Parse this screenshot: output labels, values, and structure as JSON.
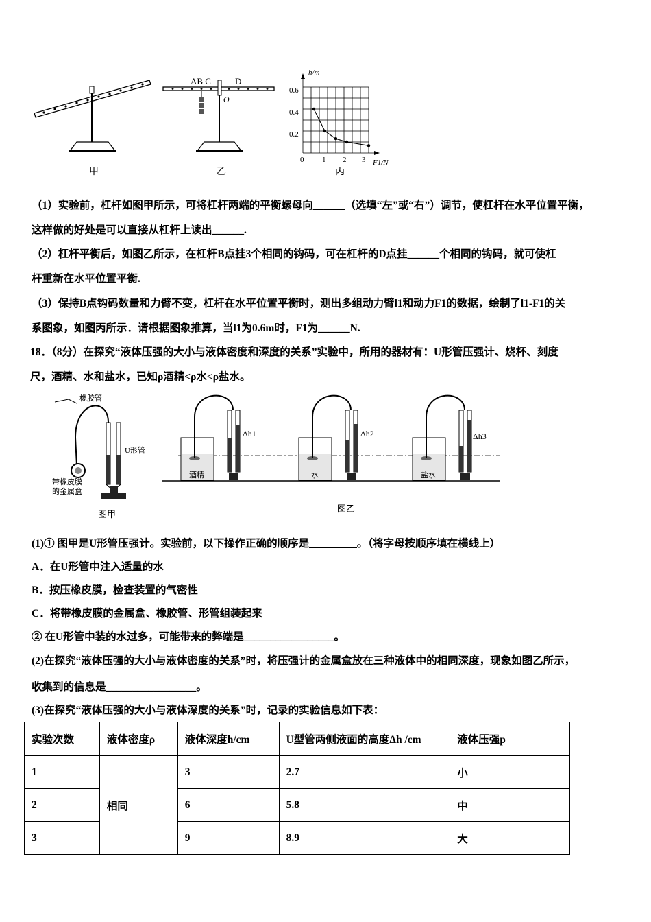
{
  "figure1": {
    "captions": {
      "jia": "甲",
      "yi": "乙",
      "bing": "丙"
    },
    "lever_labels": {
      "abc": "AB C",
      "d": "D",
      "o": "O"
    },
    "graph": {
      "ylabel": "h/m",
      "xlabel": "F1/N",
      "origin": "0",
      "yticks": [
        "0.2",
        "0.4",
        "0.6"
      ],
      "xticks": [
        "1",
        "2",
        "3"
      ]
    }
  },
  "chart_data": {
    "type": "line",
    "title": "",
    "xlabel": "F1/N",
    "ylabel": "h/m",
    "xlim": [
      0,
      3.2
    ],
    "ylim": [
      0,
      0.65
    ],
    "series": [
      {
        "x": [
          0.5,
          1,
          1.5,
          2,
          3
        ],
        "y": [
          0.4,
          0.2,
          0.13,
          0.1,
          0.067
        ]
      }
    ]
  },
  "q17": {
    "p1a": "（1）实验前，杠杆如图甲所示，可将杠杆两端的平衡螺母向______（选填“左”或“右”）调节，使杠杆在水平位置平衡，",
    "p1b": "这样做的好处是可以直接从杠杆上读出______.",
    "p2a": "（2）杠杆平衡后，如图乙所示，在杠杆B点挂3个相同的钩码，可在杠杆的D点挂______个相同的钩码，就可使杠",
    "p2b": "杆重新在水平位置平衡.",
    "p3a": "（3）保持B点钩码数量和力臂不变，杠杆在水平位置平衡时，测出多组动力臂l1和动力F1的数据，绘制了l1-F1的关",
    "p3b": "系图象，如图丙所示．请根据图象推算，当l1为0.6m时，F1为______N."
  },
  "q18": {
    "intro_a": "18．（8分）在探究“液体压强的大小与液体密度和深度的关系”实验中，所用的器材有：U形管压强计、烧杯、刻度",
    "intro_b": "尺，酒精、水和盐水，已知ρ酒精<ρ水<ρ盐水。"
  },
  "figure2": {
    "labels": {
      "rubber_tube": "橡胶管",
      "u_tube": "U形管",
      "box_line1": "带橡皮膜",
      "box_line2": "的金属盒",
      "cap_jia": "图甲",
      "cap_yi": "图乙",
      "alcohol": "酒精",
      "water": "水",
      "brine": "盐水",
      "dh1": "Δh1",
      "dh2": "Δh2",
      "dh3": "Δh3"
    }
  },
  "q18_parts": {
    "s1": "(1)① 图甲是U形管压强计。实验前，以下操作正确的顺序是_________。（将字母按顺序填在横线上）",
    "optA": "A．在U形管中注入适量的水",
    "optB": "B．按压橡皮膜，检查装置的气密性",
    "optC": "C．将带橡皮膜的金属盒、橡胶管、形管组装起来",
    "s1b": "② 在U形管中装的水过多，可能带来的弊端是_________________。",
    "s2a": "(2)在探究“液体压强的大小与液体密度的关系”时，将压强计的金属盒放在三种液体中的相同深度，现象如图乙所示，",
    "s2b": "收集到的信息是_________________。",
    "s3": "(3)在探究“液体压强的大小与液体深度的关系”时，记录的实验信息如下表："
  },
  "table": {
    "headers": [
      "实验次数",
      "液体密度ρ",
      "液体深度h/cm",
      "U型管两侧液面的高度Δh /cm",
      "液体压强p"
    ],
    "density": "相同",
    "rows": [
      {
        "n": "1",
        "depth": "3",
        "dh": "2.7",
        "p": "小"
      },
      {
        "n": "2",
        "depth": "6",
        "dh": "5.8",
        "p": "中"
      },
      {
        "n": "3",
        "depth": "9",
        "dh": "8.9",
        "p": "大"
      }
    ]
  }
}
